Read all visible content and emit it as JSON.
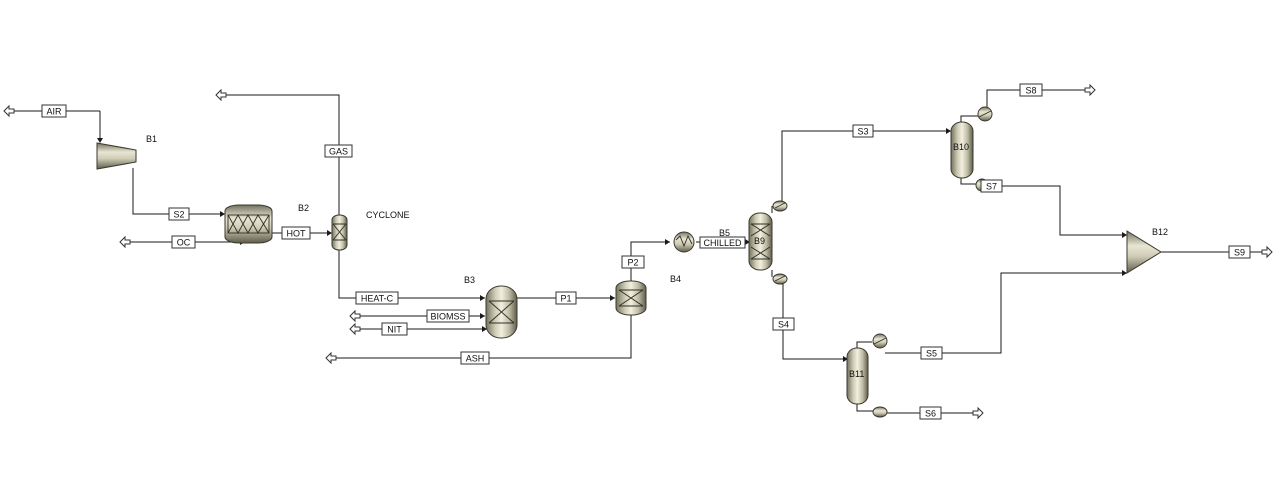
{
  "streams": {
    "air": "AIR",
    "s2": "S2",
    "oc": "OC",
    "hot": "HOT",
    "gas": "GAS",
    "heat_c": "HEAT-C",
    "biomss": "BIOMSS",
    "nit": "NIT",
    "ash": "ASH",
    "p1": "P1",
    "p2": "P2",
    "chilled": "CHILLED",
    "s3": "S3",
    "s4": "S4",
    "s5": "S5",
    "s6": "S6",
    "s7": "S7",
    "s8": "S8",
    "s9": "S9"
  },
  "blocks": {
    "b1": "B1",
    "b2": "B2",
    "cyclone": "CYCLONE",
    "b3": "B3",
    "b4": "B4",
    "b5": "B5",
    "b9": "B9",
    "b10": "B10",
    "b11": "B11",
    "b12": "B12"
  },
  "colors": {
    "equipment_light": "#e8e6d2",
    "equipment_dark": "#74725e",
    "line": "#1a1a1a",
    "background": "#ffffff"
  }
}
